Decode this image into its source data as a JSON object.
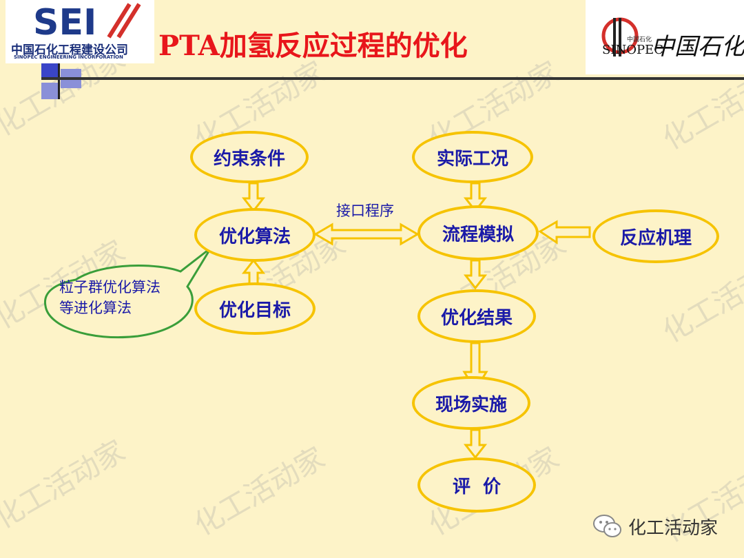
{
  "header": {
    "title": "PTA加氢反应过程的优化",
    "logo_left_mark": "SEI",
    "logo_left_cn": "中国石化工程建设公司",
    "logo_left_en": "SINOPEC ENGINEERING INCORPORATION",
    "logo_right_mark": "SINOPEC",
    "logo_right_brand": "中国石化",
    "logo_right_small": "中国石化"
  },
  "diagram": {
    "nodes": {
      "constraints": "约束条件",
      "algorithm": "优化算法",
      "objective": "优化目标",
      "actual": "实际工况",
      "simulation": "流程模拟",
      "mechanism": "反应机理",
      "result": "优化结果",
      "implementation": "现场实施",
      "evaluation": "评  价"
    },
    "edge_label": "接口程序",
    "callout": [
      "粒子群优化算法",
      "等进化算法"
    ]
  },
  "watermark": "化工活动家",
  "footer": {
    "text": "化工活动家",
    "icon": "wechat-icon"
  },
  "colors": {
    "background": "#fdf3c8",
    "node_border": "#f6c300",
    "node_text": "#1a1aa8",
    "title": "#e8161b",
    "callout_border": "#3a9e3a"
  }
}
